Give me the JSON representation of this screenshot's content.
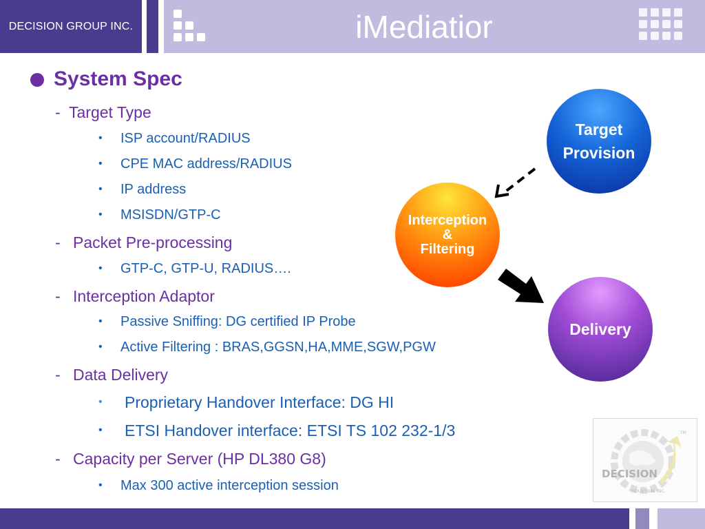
{
  "header": {
    "company": "DECISION GROUP INC.",
    "title": "iMediatior"
  },
  "content": {
    "heading": "System Spec",
    "sections": [
      {
        "label": "Target Type",
        "items": [
          "ISP account/RADIUS",
          "CPE MAC address/RADIUS",
          "IP address",
          "MSISDN/GTP-C"
        ]
      },
      {
        "label": "Packet Pre-processing",
        "items": [
          "GTP-C, GTP-U, RADIUS…."
        ]
      },
      {
        "label": "Interception Adaptor",
        "items": [
          "Passive Sniffing: DG certified IP Probe",
          "Active Filtering : BRAS,GGSN,HA,MME,SGW,PGW"
        ]
      },
      {
        "label": "Data Delivery",
        "items": [
          "Proprietary Handover Interface: DG HI",
          "ETSI Handover interface: ETSI TS 102 232-1/3"
        ]
      },
      {
        "label": "Capacity per Server (HP DL380 G8)",
        "items": [
          "Max 300 active interception session"
        ]
      }
    ]
  },
  "diagram": {
    "target": {
      "line1": "Target",
      "line2": "Provision"
    },
    "interception": {
      "line1": "Interception",
      "line2": "&",
      "line3": "Filtering"
    },
    "delivery": {
      "label": "Delivery"
    }
  },
  "logo": {
    "text": "DECISION",
    "subtext": "INDUSTRIAL INC.",
    "tm": "TM"
  },
  "colors": {
    "header_dark": "#4b3b8f",
    "header_light": "#c2bbdf",
    "heading_purple": "#6b2fa3",
    "item_blue": "#1a5fb4"
  }
}
